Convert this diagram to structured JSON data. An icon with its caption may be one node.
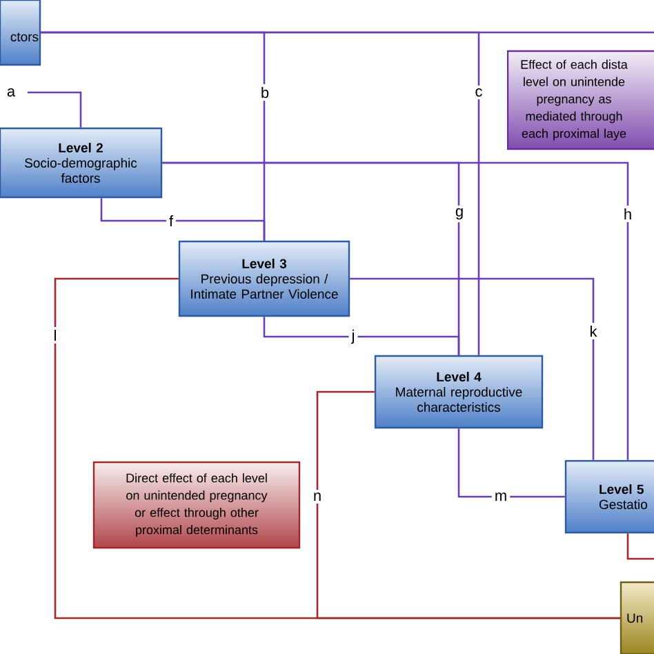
{
  "diagram": {
    "nodes": [
      {
        "text": [
          "ctors"
        ]
      },
      {
        "text": [
          "Level 2",
          "Socio-demographic factors"
        ]
      },
      {
        "text": [
          "Level 3",
          "Previous depression / Intimate Partner Violence"
        ]
      },
      {
        "text": [
          "Level 4",
          "Maternal reproductive characteristics"
        ]
      },
      {
        "text": [
          "Level 5",
          "Gestatio"
        ]
      },
      {
        "text": [
          "Un"
        ]
      }
    ],
    "edges": [
      {
        "from": null,
        "to": 1,
        "arrow": "none",
        "label": "a"
      },
      {
        "from": 0,
        "to": 2,
        "arrow": "none",
        "label": "b"
      },
      {
        "from": 0,
        "to": 3,
        "arrow": "none",
        "label": "c"
      },
      {
        "from": 0,
        "to": null,
        "arrow": "none"
      },
      {
        "from": 1,
        "to": 2,
        "arrow": "none",
        "label": "f"
      },
      {
        "from": 1,
        "to": 3,
        "arrow": "none",
        "label": "g"
      },
      {
        "from": 1,
        "to": 4,
        "arrow": "none",
        "label": "h"
      },
      {
        "from": 2,
        "to": 3,
        "arrow": "none",
        "label": "j"
      },
      {
        "from": 2,
        "to": 4,
        "arrow": "none",
        "label": "k"
      },
      {
        "from": 2,
        "to": 5,
        "arrow": "none",
        "label": "l",
        "color": "#a3262c"
      },
      {
        "from": 3,
        "to": 5,
        "arrow": "none",
        "label": "n",
        "color": "#a3262c"
      },
      {
        "from": 3,
        "to": 4,
        "arrow": "none",
        "label": "m"
      },
      {
        "from": 4,
        "to": null,
        "arrow": "none",
        "color": "#a3262c"
      }
    ],
    "legend": [
      {
        "text": "Effect of each dista level on unintende pregnancy as mediated through each proximal laye",
        "color": "#6a2ea0"
      },
      {
        "text": "Direct effect of each level on unintended pregnancy or effect through other proximal determinants",
        "color": "#a3262c"
      }
    ]
  }
}
